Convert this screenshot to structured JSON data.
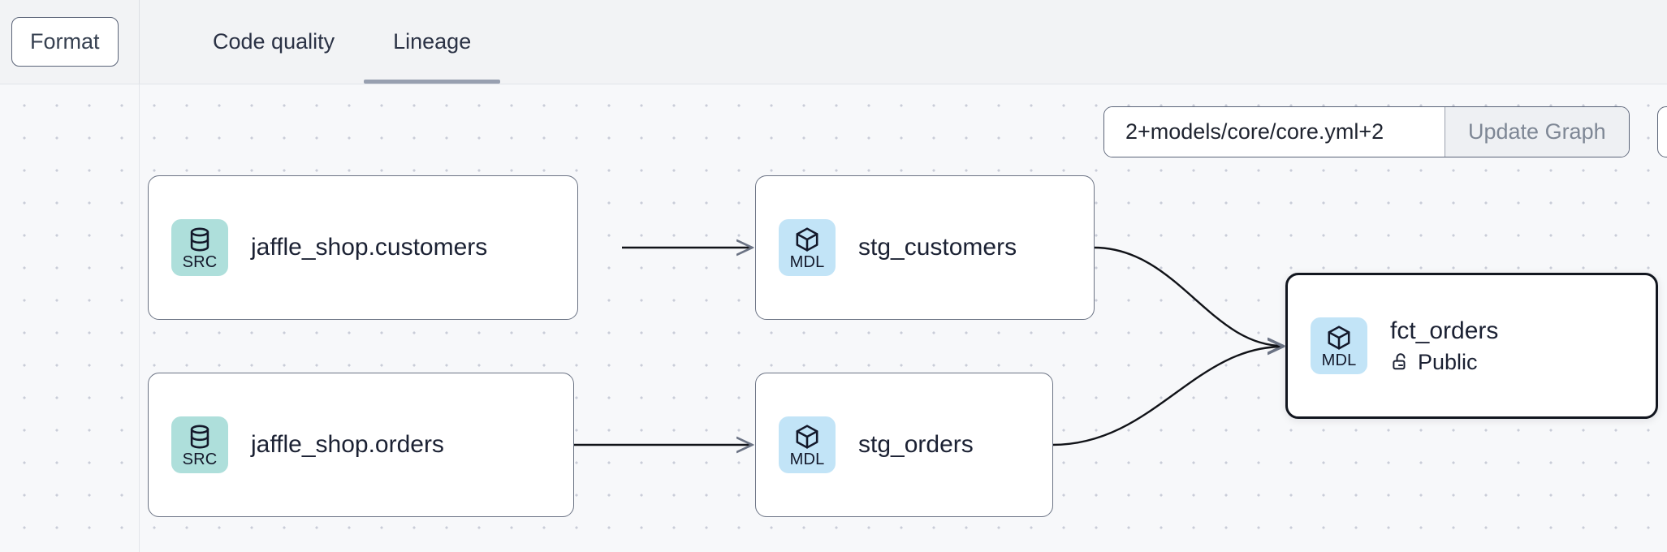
{
  "toolbar": {
    "format_label": "Format",
    "tabs": [
      {
        "label": "Code quality",
        "active": false
      },
      {
        "label": "Lineage",
        "active": true
      }
    ]
  },
  "controls": {
    "selector_value": "2+models/core/core.yml+2",
    "selector_placeholder": "Enter a dbt selector",
    "update_graph_label": "Update Graph"
  },
  "graph": {
    "nodes": [
      {
        "id": "jaffle_shop_customers",
        "title": "jaffle_shop.customers",
        "badge_label": "SRC",
        "badge_icon": "database-icon",
        "badge_kind": "src",
        "subtitle": null,
        "selected": false
      },
      {
        "id": "stg_customers",
        "title": "stg_customers",
        "badge_label": "MDL",
        "badge_icon": "cube-icon",
        "badge_kind": "mdl",
        "subtitle": null,
        "selected": false
      },
      {
        "id": "jaffle_shop_orders",
        "title": "jaffle_shop.orders",
        "badge_label": "SRC",
        "badge_icon": "database-icon",
        "badge_kind": "src",
        "subtitle": null,
        "selected": false
      },
      {
        "id": "stg_orders",
        "title": "stg_orders",
        "badge_label": "MDL",
        "badge_icon": "cube-icon",
        "badge_kind": "mdl",
        "subtitle": null,
        "selected": false
      },
      {
        "id": "fct_orders",
        "title": "fct_orders",
        "badge_label": "MDL",
        "badge_icon": "cube-icon",
        "badge_kind": "mdl",
        "subtitle": "Public",
        "subtitle_icon": "unlock-icon",
        "selected": true
      }
    ],
    "edges": [
      {
        "from": "jaffle_shop_customers",
        "to": "stg_customers"
      },
      {
        "from": "jaffle_shop_orders",
        "to": "stg_orders"
      },
      {
        "from": "stg_customers",
        "to": "fct_orders"
      },
      {
        "from": "stg_orders",
        "to": "fct_orders"
      }
    ]
  },
  "colors": {
    "canvas_bg": "#f7f8fa",
    "canvas_dot": "#c9cdd8",
    "topbar_bg": "#f2f3f5",
    "src_badge": "#aedfdb",
    "mdl_badge": "#c2e4f7",
    "node_border": "#6b7384",
    "node_selected_border": "#12161f",
    "tab_active_underline": "#98a0b0",
    "edge_stroke": "#111318",
    "text_primary": "#1b2133",
    "button_muted_text": "#7e8795"
  }
}
